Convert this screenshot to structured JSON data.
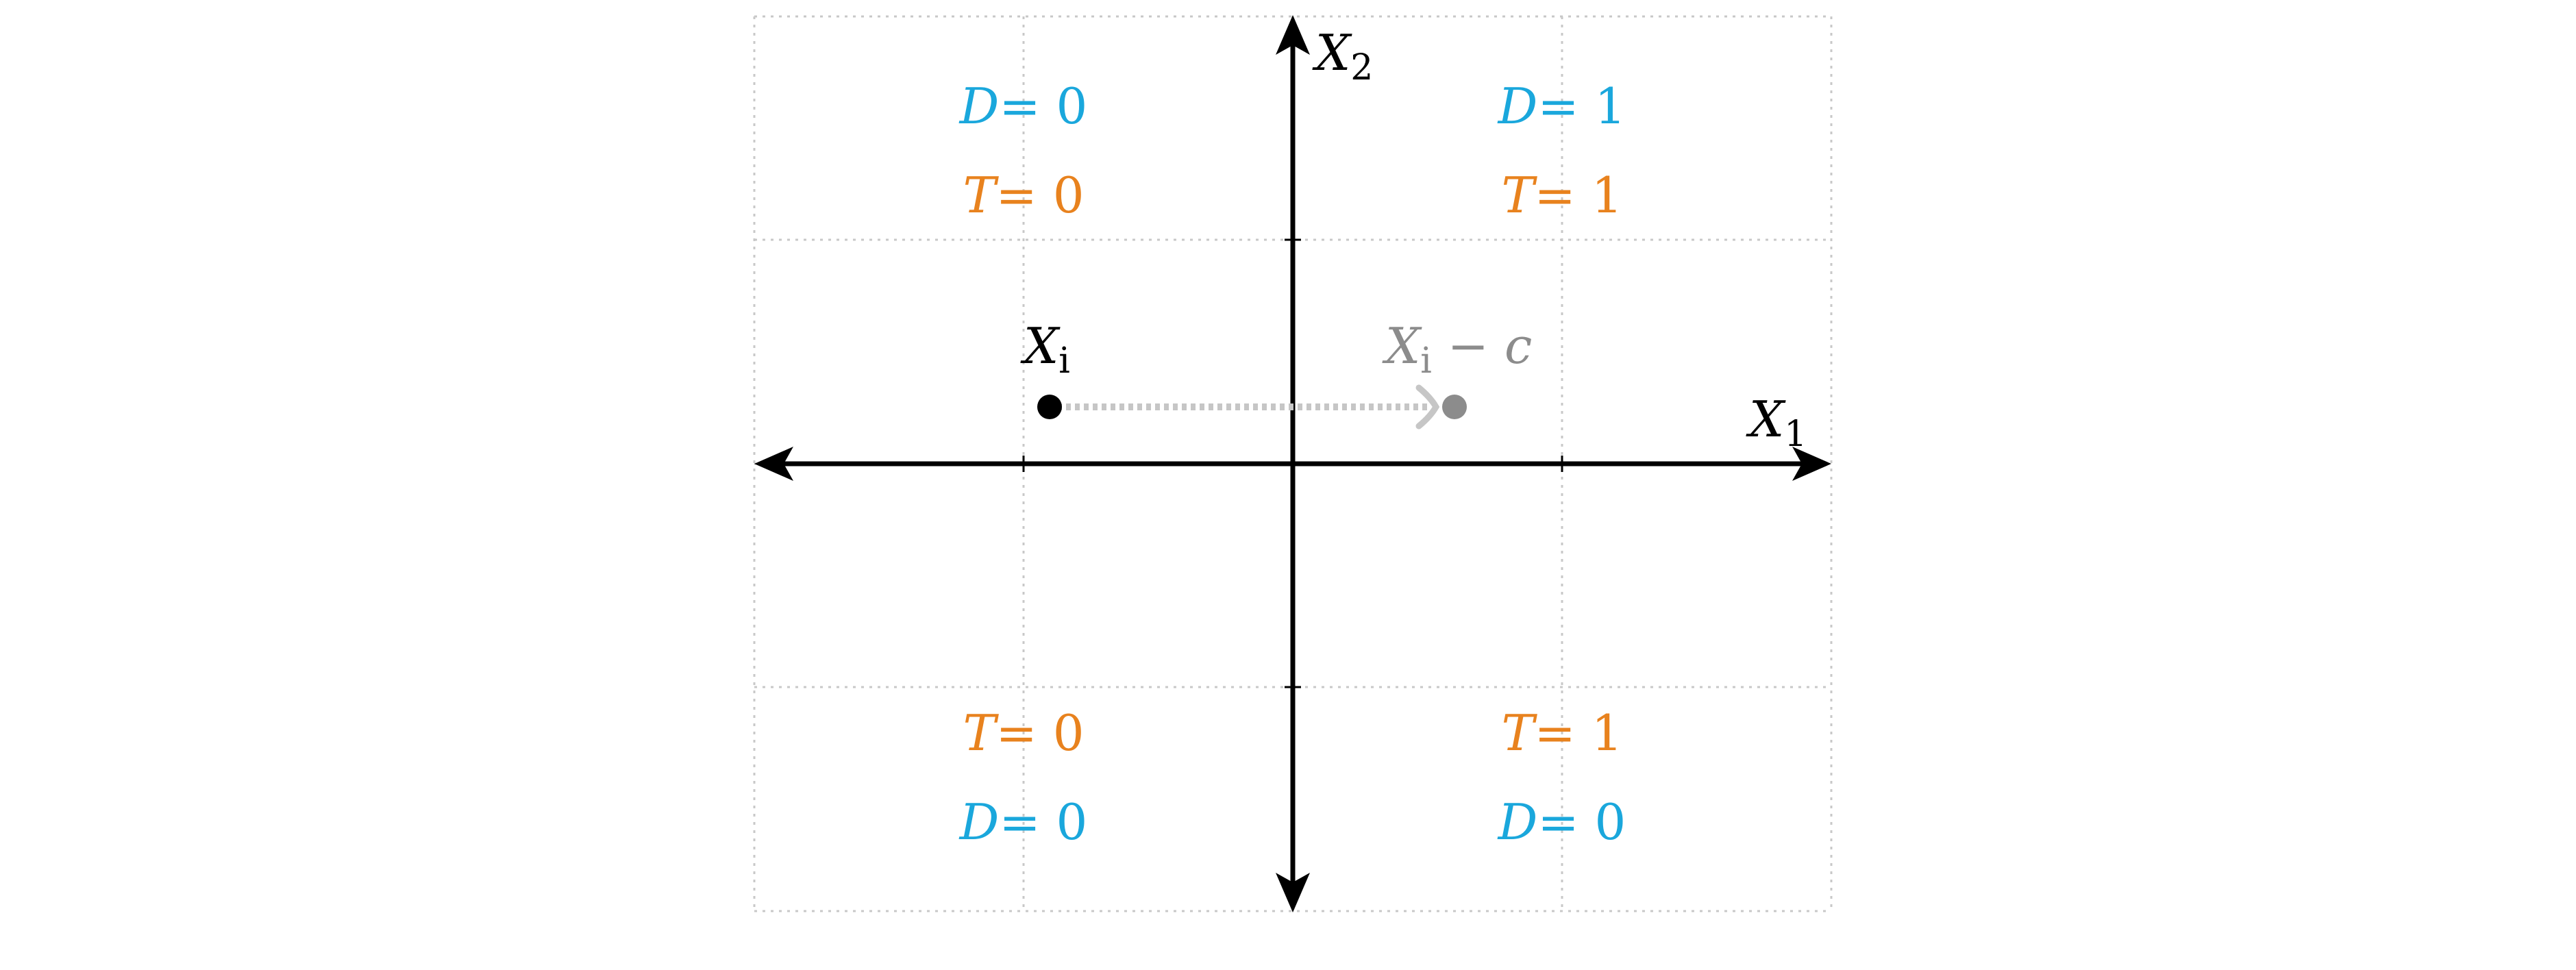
{
  "axes": {
    "x_label": "X",
    "x_sub": "1",
    "y_label": "X",
    "y_sub": "2"
  },
  "regions": {
    "top_left": {
      "line1_var": "D",
      "line1_val": "= 0",
      "line2_var": "T",
      "line2_val": "= 0"
    },
    "top_right": {
      "line1_var": "D",
      "line1_val": "= 1",
      "line2_var": "T",
      "line2_val": "= 1"
    },
    "bottom_left": {
      "line1_var": "T",
      "line1_val": "= 0",
      "line2_var": "D",
      "line2_val": "= 0"
    },
    "bottom_right": {
      "line1_var": "T",
      "line1_val": "= 1",
      "line2_var": "D",
      "line2_val": "= 0"
    }
  },
  "points": {
    "original": {
      "var": "X",
      "sub": "i"
    },
    "shifted": {
      "var": "X",
      "sub": "i",
      "suffix": " − ",
      "suffix_var": "c"
    }
  },
  "colors": {
    "D": "#1aa7dc",
    "T": "#e8821e",
    "axis": "#000000",
    "shifted": "#8c8c8c",
    "arrow": "#c6c6c6"
  }
}
